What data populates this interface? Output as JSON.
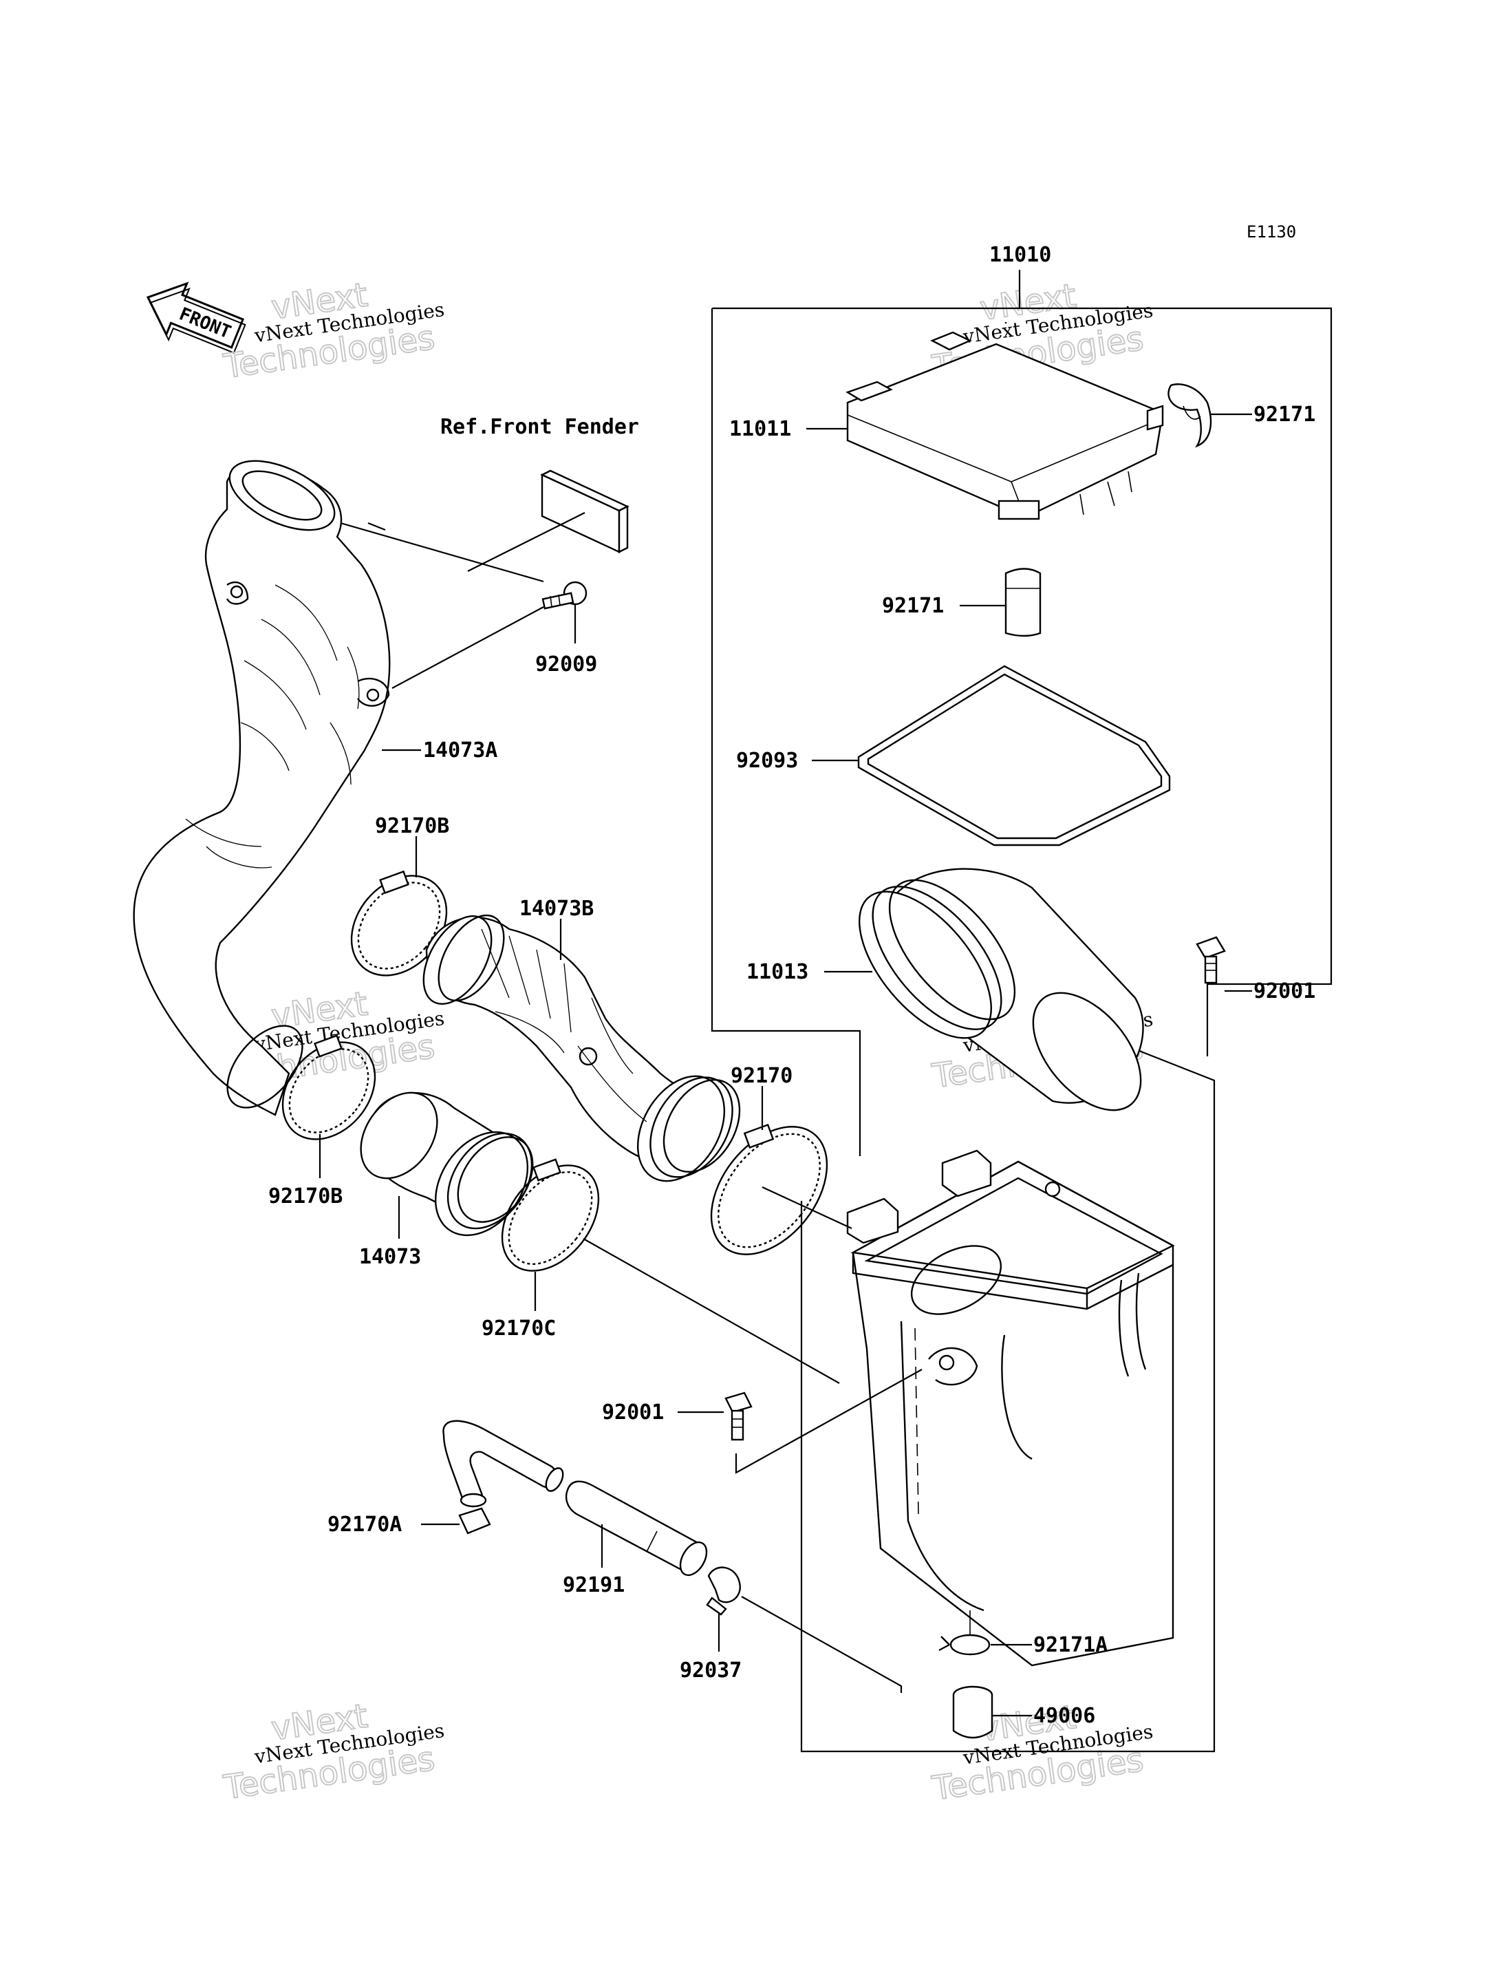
{
  "diagram_code": "E1130",
  "front_arrow_label": "FRONT",
  "reference_note": "Ref.Front Fender",
  "watermark": {
    "line1": "vNext",
    "line2": "vNext Technologies",
    "line3": "Technologies"
  },
  "parts": {
    "p11010": "11010",
    "p11011": "11011",
    "p92171_top": "92171",
    "p92171_mid": "92171",
    "p92093": "92093",
    "p11013": "11013",
    "p92001_right": "92001",
    "p92009": "92009",
    "p14073A": "14073A",
    "p92170B_top": "92170B",
    "p14073B": "14073B",
    "p92170": "92170",
    "p92170B_bottom": "92170B",
    "p14073": "14073",
    "p92170C": "92170C",
    "p92001_mid": "92001",
    "p92170A": "92170A",
    "p92191": "92191",
    "p92037": "92037",
    "p92171A": "92171A",
    "p49006": "49006"
  }
}
